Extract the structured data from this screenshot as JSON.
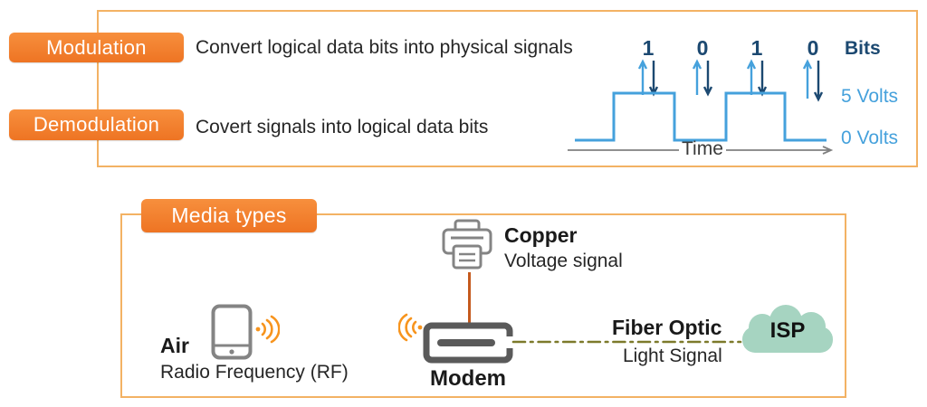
{
  "colors": {
    "accent_orange": "#ee7423",
    "panel_border_orange": "#f3b264",
    "navy": "#1c4971",
    "signal_blue": "#45a1dc",
    "copper_wire": "#c55a1e",
    "fiber_olive": "#7d7a2b",
    "cloud_teal": "#a6d4c1",
    "icon_gray": "#848484",
    "modem_gray": "#5a5a5a",
    "axis_gray": "#808080"
  },
  "modulation": {
    "label": "Modulation",
    "desc": "Convert logical data bits into physical signals"
  },
  "demodulation": {
    "label": "Demodulation",
    "desc": "Covert signals into logical data bits"
  },
  "signal": {
    "bits": [
      "1",
      "0",
      "1",
      "0"
    ],
    "bits_label": "Bits",
    "high_label": "5 Volts",
    "low_label": "0 Volts",
    "time_label": "Time"
  },
  "media": {
    "title": "Media types",
    "air": {
      "label": "Air",
      "desc": "Radio Frequency (RF)"
    },
    "copper": {
      "label": "Copper",
      "desc": "Voltage signal"
    },
    "modem": {
      "label": "Modem"
    },
    "fiber": {
      "label": "Fiber Optic",
      "desc": "Light Signal"
    },
    "isp": {
      "label": "ISP"
    }
  }
}
